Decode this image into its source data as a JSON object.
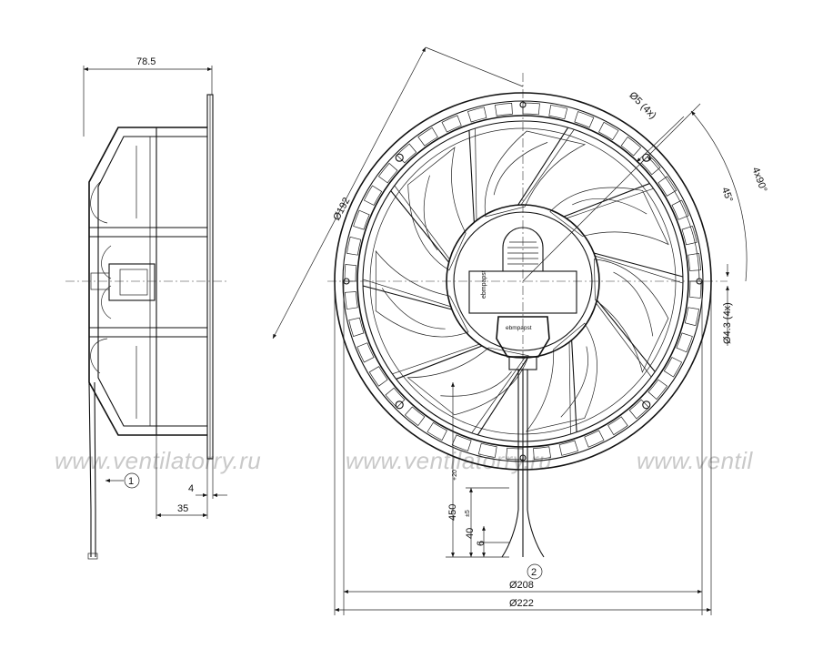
{
  "watermark": {
    "text_1": "www.ventilatorry.ru",
    "text_2": "www.ventilatorry.ru",
    "text_3": "www.ventil"
  },
  "side_view": {
    "width_label": "78.5",
    "offset_label": "4",
    "depth_label": "35",
    "callout_1": "1"
  },
  "front_view": {
    "diameter_192": "Ø192",
    "hole_label": "Ø5 (4x)",
    "angle_45": "45°",
    "angle_4x90": "4x90°",
    "hole_small_label": "Ø4.3 (4x)",
    "cable_length": "450",
    "cable_length_tol": "+20",
    "strip_length": "40",
    "strip_length_tol": "±5",
    "wire_end": "6",
    "callout_2": "2",
    "diameter_208": "Ø208",
    "diameter_222": "Ø222",
    "label_brand": "ebmpapst",
    "label_brand_2": "ebmpapst"
  },
  "colors": {
    "line": "#111111",
    "watermark": "#c9c9c9",
    "background": "#ffffff"
  }
}
